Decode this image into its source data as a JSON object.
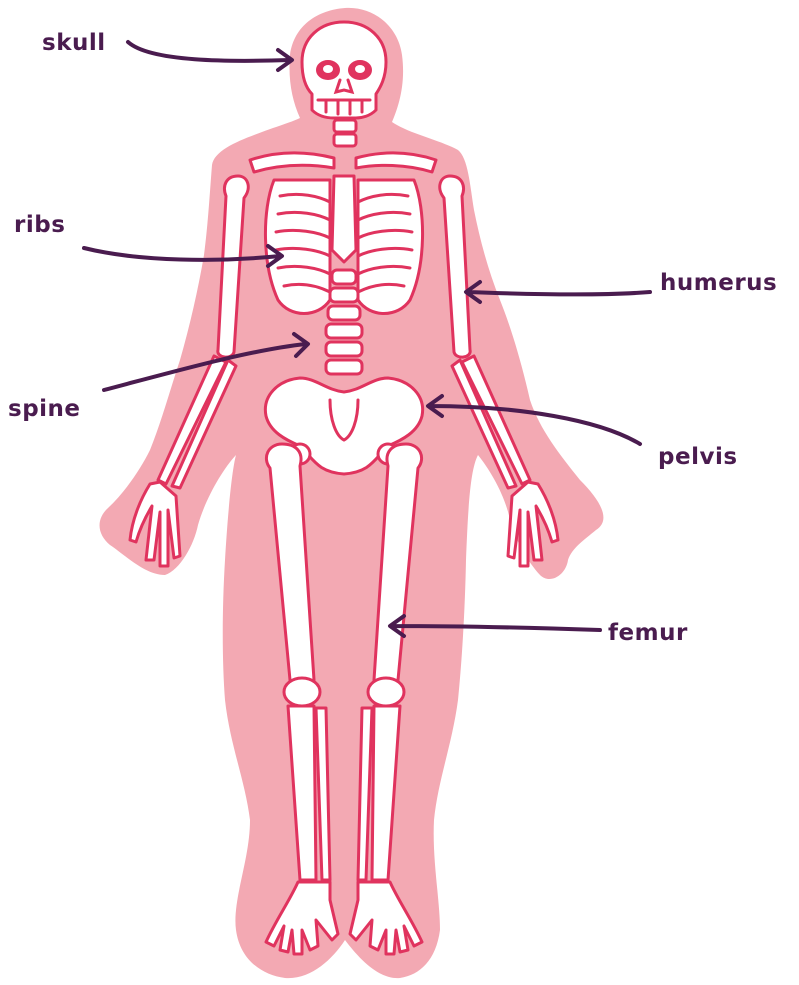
{
  "colors": {
    "body": "#f3a9b3",
    "bone_outline": "#e0335e",
    "bone_fill": "#ffffff",
    "label": "#4a1c4f"
  },
  "labels": {
    "skull": "skull",
    "ribs": "ribs",
    "spine": "spine",
    "humerus": "humerus",
    "pelvis": "pelvis",
    "femur": "femur"
  }
}
